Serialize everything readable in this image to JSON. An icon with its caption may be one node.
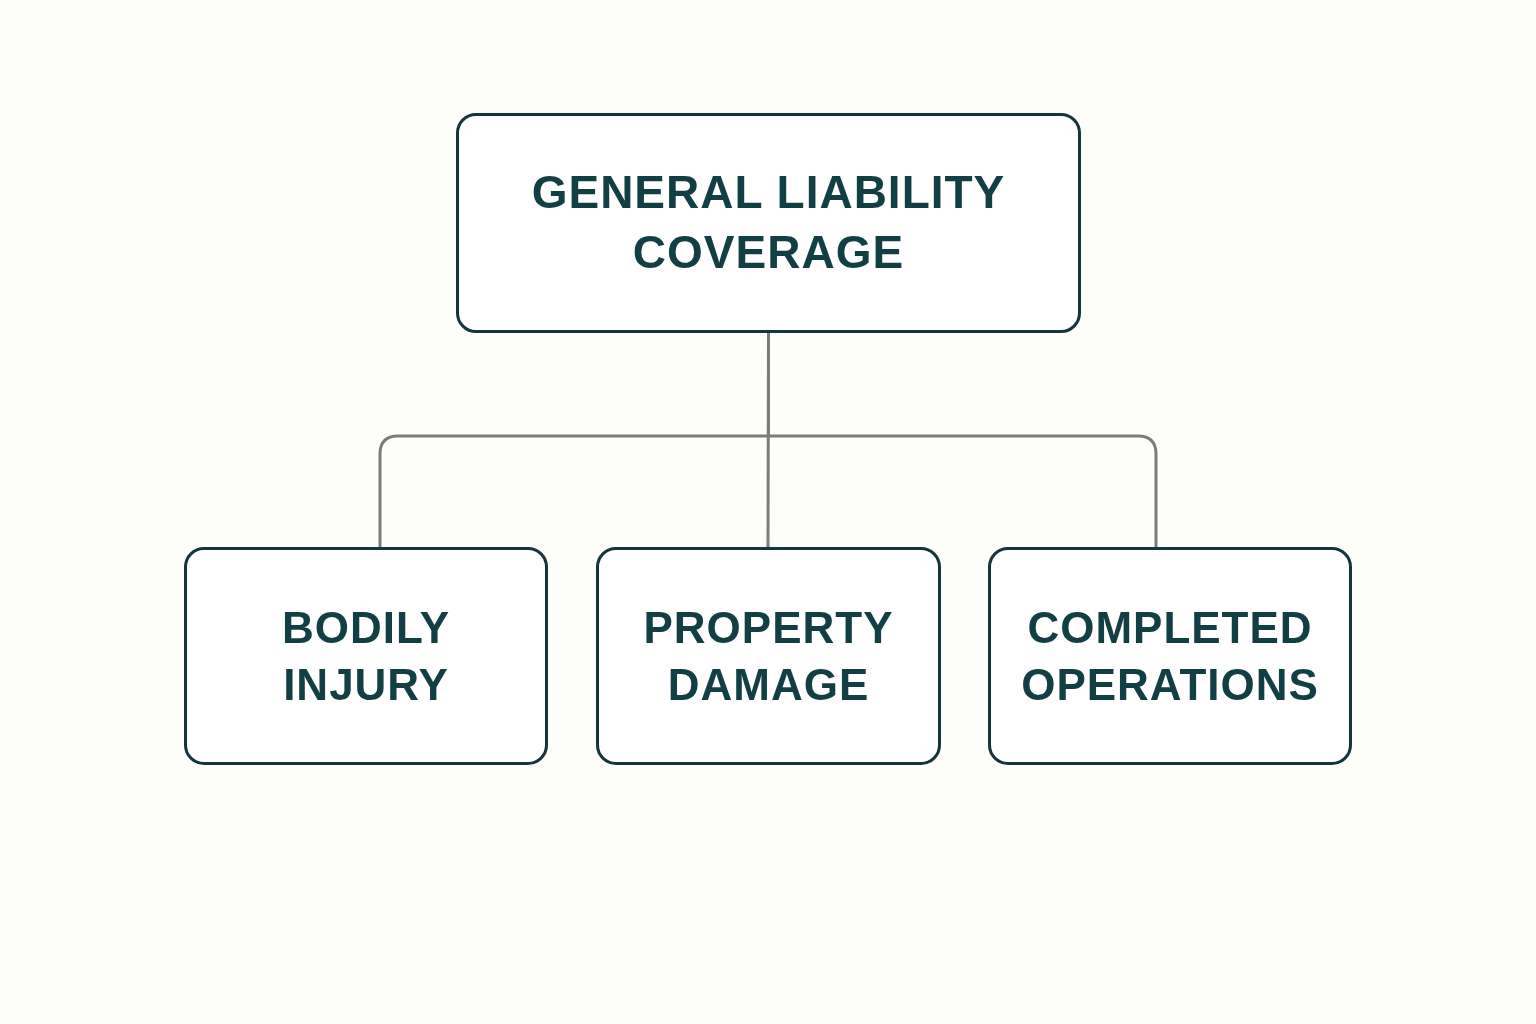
{
  "diagram": {
    "nodes": [
      {
        "text": [
          "GENERAL LIABILITY COVERAGE"
        ]
      },
      {
        "text": [
          "BODILY INJURY"
        ]
      },
      {
        "text": [
          "PROPERTY DAMAGE"
        ]
      },
      {
        "text": [
          "COMPLETED OPERATIONS"
        ]
      }
    ],
    "edges": [
      {
        "from": 0,
        "to": 1,
        "arrow": "none"
      },
      {
        "from": 0,
        "to": 2,
        "arrow": "none"
      },
      {
        "from": 0,
        "to": 3,
        "arrow": "none"
      }
    ]
  }
}
